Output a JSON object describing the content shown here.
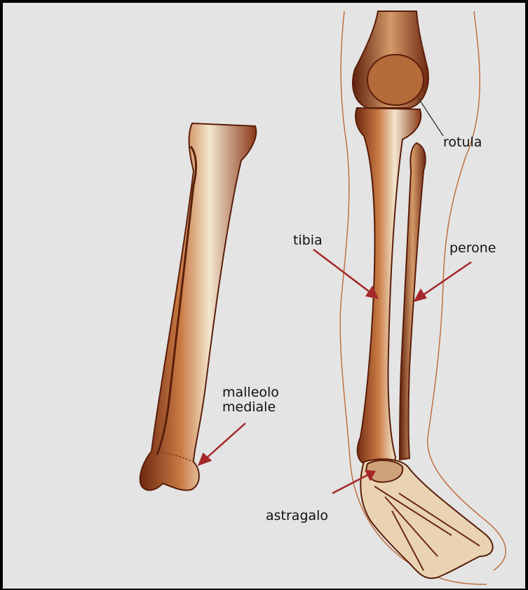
{
  "labels": {
    "rotula": "rotula",
    "tibia": "tibia",
    "perone": "perone",
    "malleolo_line1": "malleolo",
    "malleolo_line2": "mediale",
    "astragalo": "astragalo"
  },
  "colors": {
    "background": "#e4e4e4",
    "bone_dark": "#7a2e12",
    "bone_mid": "#b8632e",
    "bone_light": "#f3e6cf",
    "arrow": "#a4282a",
    "outline": "#c0703e",
    "border": "#000000"
  }
}
